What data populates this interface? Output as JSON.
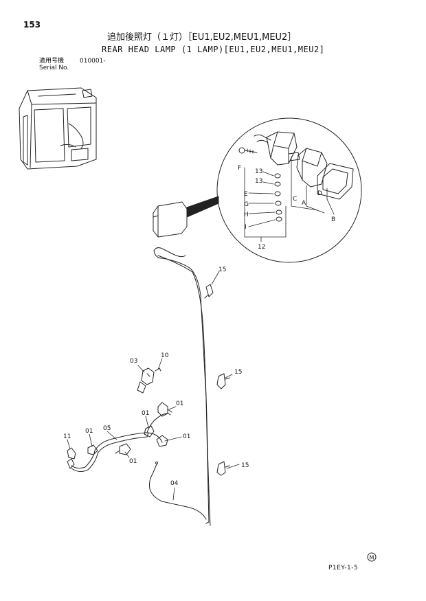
{
  "header": {
    "page_number": "153",
    "title_jp": "追加後照灯（１灯）［EU1,EU2,MEU1,MEU2］",
    "title_en": "REAR HEAD LAMP (1 LAMP)[EU1,EU2,MEU1,MEU2]",
    "serial_label_jp": "適用号機",
    "serial_label_en": "Serial No.",
    "serial_value": "010001-"
  },
  "callouts": {
    "f": "F",
    "n13a": "13",
    "n13b": "13",
    "e": "E",
    "g": "G",
    "h": "H",
    "i": "I",
    "c": "C",
    "a": "A",
    "d": "D",
    "b": "B",
    "n12": "12",
    "n15a": "15",
    "n15b": "15",
    "n15c": "15",
    "n03": "03",
    "n10": "10",
    "n01a": "01",
    "n01b": "01",
    "n01c": "01",
    "n01d": "01",
    "n01e": "01",
    "n05": "05",
    "n11": "11",
    "n04": "04"
  },
  "footer": {
    "symbol": "M",
    "page_code": "P1EY-1-5"
  }
}
